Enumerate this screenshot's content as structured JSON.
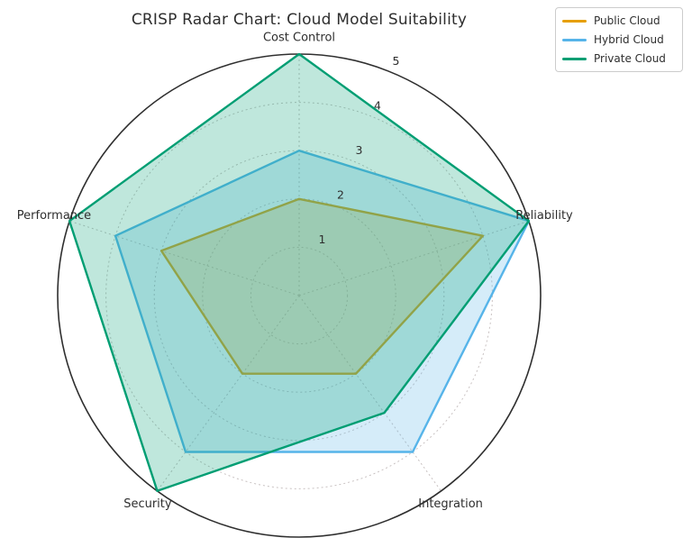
{
  "title": "CRISP Radar Chart: Cloud Model Suitability",
  "chart_data": {
    "type": "radar",
    "categories": [
      "Cost Control",
      "Reliability",
      "Integration",
      "Security",
      "Performance"
    ],
    "series": [
      {
        "name": "Public Cloud",
        "color": "#E69F00",
        "values": [
          2,
          4,
          2,
          2,
          3
        ]
      },
      {
        "name": "Hybrid Cloud",
        "color": "#56B4E9",
        "values": [
          3,
          5,
          4,
          4,
          4
        ]
      },
      {
        "name": "Private Cloud",
        "color": "#009E73",
        "values": [
          5,
          5,
          3,
          5,
          5
        ]
      }
    ],
    "radial_ticks": [
      "1",
      "2",
      "3",
      "4",
      "5"
    ],
    "rlim": [
      0,
      5
    ],
    "start_angle_deg": 90,
    "direction": "clockwise",
    "grid": "dashed-circles-and-spokes",
    "legend_position": "top-right",
    "fill_alpha": 0.25
  },
  "colors": {
    "outer_ring": "#2f2f2f",
    "gridline": "#c9c2c2",
    "text": "#2e2e2e",
    "legend_border": "#cccccc",
    "background": "#ffffff"
  }
}
